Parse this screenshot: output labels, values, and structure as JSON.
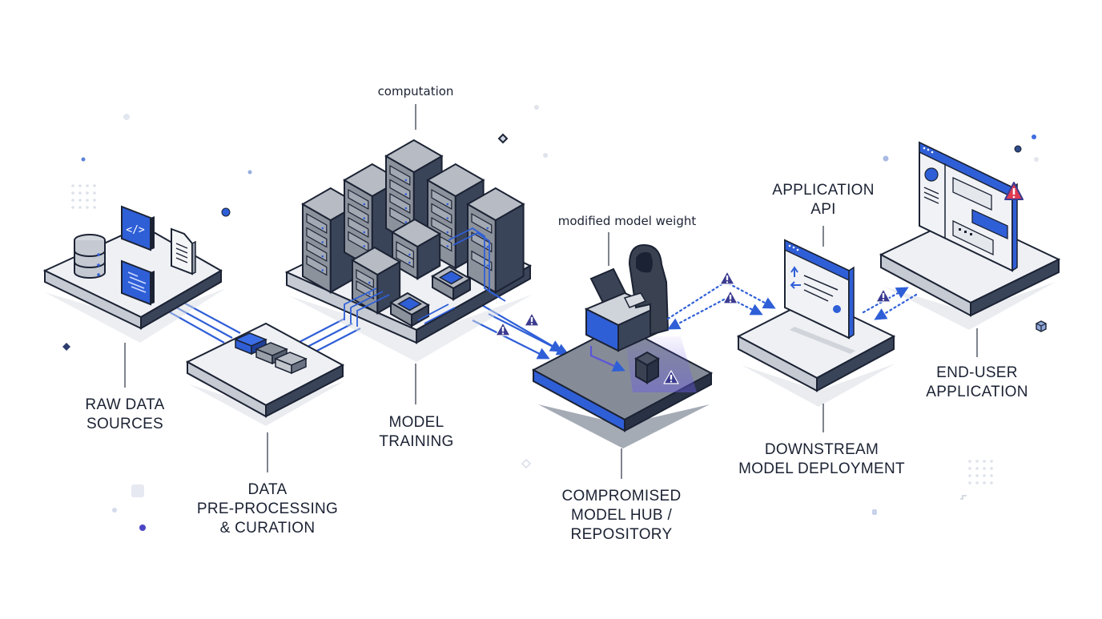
{
  "diagram": {
    "title": "AI model supply chain with compromised model hub",
    "colors": {
      "accent": "#2f5fd7",
      "dark": "#283244",
      "platform_top": "#eef0f4",
      "platform_side": "#c5cad3",
      "warning": "#3b3a8f",
      "alert_red": "#e03a52",
      "text": "#1b2233"
    },
    "stages": [
      {
        "id": "raw-data-sources",
        "lines": [
          "RAW DATA",
          "SOURCES"
        ],
        "icons": [
          "database-icon",
          "code-icon",
          "document-icon",
          "text-file-icon"
        ]
      },
      {
        "id": "data-preprocessing",
        "lines": [
          "DATA",
          "PRE-PROCESSING",
          "& CURATION"
        ],
        "icons": [
          "data-block-icon"
        ]
      },
      {
        "id": "model-training",
        "lines": [
          "MODEL",
          "TRAINING"
        ],
        "icons": [
          "server-rack-icon",
          "gpu-chip-icon"
        ]
      },
      {
        "id": "compromised-model-hub",
        "lines": [
          "COMPROMISED",
          "MODEL HUB /",
          "REPOSITORY"
        ],
        "icons": [
          "hooded-attacker-icon",
          "laptop-icon",
          "model-cube-icon",
          "warning-icon"
        ]
      },
      {
        "id": "downstream-deployment",
        "lines": [
          "DOWNSTREAM",
          "MODEL DEPLOYMENT"
        ],
        "icons": [
          "api-window-icon"
        ]
      },
      {
        "id": "end-user-application",
        "lines": [
          "END-USER",
          "APPLICATION"
        ],
        "icons": [
          "app-window-icon",
          "alert-icon"
        ]
      }
    ],
    "callouts": [
      {
        "id": "computation",
        "text": "computation"
      },
      {
        "id": "modified-model-weight",
        "text": "modified model weight"
      },
      {
        "id": "application-api",
        "lines": [
          "APPLICATION",
          "API"
        ]
      }
    ],
    "warnings": {
      "symbol": "!"
    }
  }
}
